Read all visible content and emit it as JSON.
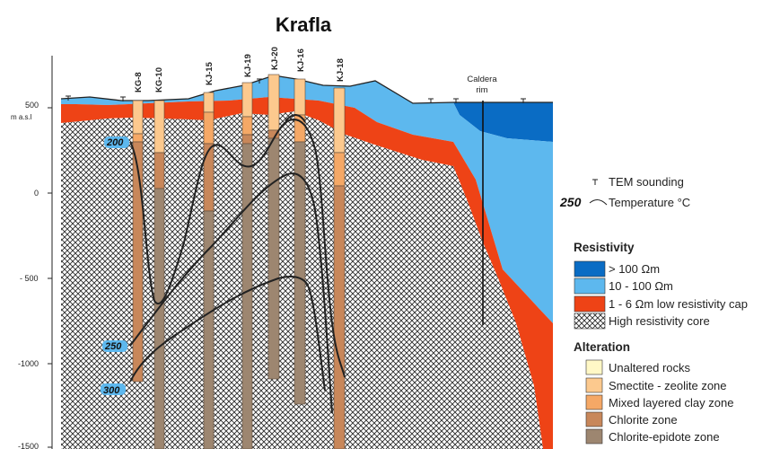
{
  "title": "Krafla",
  "axis": {
    "units": "m a.s.l",
    "ticks": [
      {
        "label": "500",
        "value": 500
      },
      {
        "label": "0",
        "value": 0
      },
      {
        "label": "- 500",
        "value": -500
      },
      {
        "label": "-1000",
        "value": -1000
      },
      {
        "label": "-1500",
        "value": -1500
      }
    ]
  },
  "wells": [
    "KG-8",
    "KG-10",
    "KJ-15",
    "KJ-19",
    "KJ-20",
    "KJ-16",
    "KJ-18"
  ],
  "caldera_label": [
    "Caldera",
    "rim"
  ],
  "isotherm_labels": [
    "200",
    "250",
    "300"
  ],
  "legend": {
    "tem": "TEM sounding",
    "temperature_value": "250",
    "temperature_label": "Temperature °C",
    "resistivity_title": "Resistivity",
    "resistivity": [
      {
        "label": "> 100 Ωm",
        "color": "#0a6cc4"
      },
      {
        "label": "10 - 100 Ωm",
        "color": "#5db8ee"
      },
      {
        "label": "1 - 6 Ωm low resistivity cap",
        "color": "#ee4316"
      },
      {
        "label": "High resistivity core",
        "color": "pattern"
      }
    ],
    "alteration_title": "Alteration",
    "alteration": [
      {
        "label": "Unaltered rocks",
        "color": "#fff8c6"
      },
      {
        "label": "Smectite - zeolite zone",
        "color": "#fcc98e"
      },
      {
        "label": "Mixed layered clay zone",
        "color": "#f5a866"
      },
      {
        "label": "Chlorite zone",
        "color": "#c8875a"
      },
      {
        "label": "Chlorite-epidote zone",
        "color": "#9d8670"
      }
    ]
  }
}
